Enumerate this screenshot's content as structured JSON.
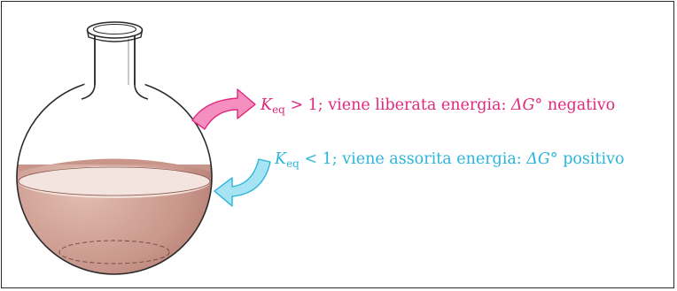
{
  "figure": {
    "labels": [
      {
        "symbol": "K",
        "subscript": "eq",
        "relation": " > 1; viene liberata energia: ",
        "delta_symbol": "ΔG°",
        "sign_word": " negativo",
        "color": "#e0287d"
      },
      {
        "symbol": "K",
        "subscript": "eq",
        "relation": " < 1; viene assorita energia: ",
        "delta_symbol": "ΔG°",
        "sign_word": " positivo",
        "color": "#2bb5da"
      }
    ],
    "arrows": [
      {
        "name": "outgoing-arrow",
        "color": "#e0287d",
        "fill": "#f48fc0"
      },
      {
        "name": "incoming-arrow",
        "color": "#2bb5da",
        "fill": "#a6e3f3"
      }
    ],
    "flask": {
      "liquid_color": "#c48f83",
      "liquid_surface_color": "#f1dfd9"
    }
  }
}
